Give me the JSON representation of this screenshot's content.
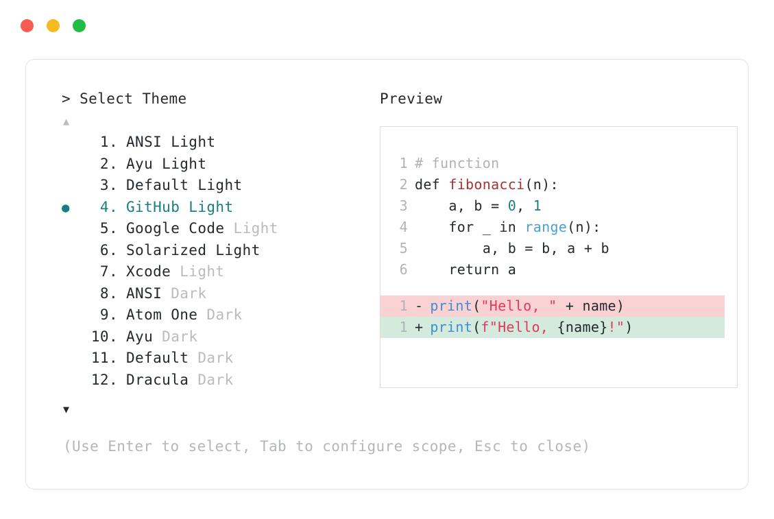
{
  "window": {
    "traffic_lights": [
      {
        "name": "close-button",
        "color": "#F75C53"
      },
      {
        "name": "minimize-button",
        "color": "#F5B921"
      },
      {
        "name": "maximize-button",
        "color": "#22BB44"
      }
    ]
  },
  "left": {
    "prompt": "> Select Theme",
    "scroll_up": "▲",
    "scroll_down": "▼",
    "bullet": "●",
    "themes": [
      {
        "index": " 1.",
        "name": "ANSI Light",
        "variant": "",
        "selected": false
      },
      {
        "index": " 2.",
        "name": "Ayu Light",
        "variant": "",
        "selected": false
      },
      {
        "index": " 3.",
        "name": "Default Light",
        "variant": "",
        "selected": false
      },
      {
        "index": " 4.",
        "name": "GitHub Light",
        "variant": "",
        "selected": true
      },
      {
        "index": " 5.",
        "name": "Google Code",
        "variant": "Light",
        "selected": false
      },
      {
        "index": " 6.",
        "name": "Solarized Light",
        "variant": "",
        "selected": false
      },
      {
        "index": " 7.",
        "name": "Xcode",
        "variant": "Light",
        "selected": false
      },
      {
        "index": " 8.",
        "name": "ANSI",
        "variant": "Dark",
        "selected": false
      },
      {
        "index": " 9.",
        "name": "Atom One",
        "variant": "Dark",
        "selected": false
      },
      {
        "index": "10.",
        "name": "Ayu",
        "variant": "Dark",
        "selected": false
      },
      {
        "index": "11.",
        "name": "Default",
        "variant": "Dark",
        "selected": false
      },
      {
        "index": "12.",
        "name": "Dracula",
        "variant": "Dark",
        "selected": false
      }
    ],
    "hint": "(Use Enter to select, Tab to configure scope, Esc to close)"
  },
  "right": {
    "label": "Preview",
    "code_lines": [
      {
        "ln": "1",
        "tokens": [
          {
            "t": "# function",
            "c": "comment"
          }
        ]
      },
      {
        "ln": "2",
        "tokens": [
          {
            "t": "def ",
            "c": "keyword"
          },
          {
            "t": "fibonacci",
            "c": "func"
          },
          {
            "t": "(n):",
            "c": "plain"
          }
        ]
      },
      {
        "ln": "3",
        "tokens": [
          {
            "t": "    a, b = ",
            "c": "plain"
          },
          {
            "t": "0",
            "c": "number"
          },
          {
            "t": ", ",
            "c": "plain"
          },
          {
            "t": "1",
            "c": "number"
          }
        ]
      },
      {
        "ln": "4",
        "tokens": [
          {
            "t": "    for _ in ",
            "c": "plain"
          },
          {
            "t": "range",
            "c": "builtin"
          },
          {
            "t": "(n):",
            "c": "plain"
          }
        ]
      },
      {
        "ln": "5",
        "tokens": [
          {
            "t": "        a, b = b, a + b",
            "c": "plain"
          }
        ]
      },
      {
        "ln": "6",
        "tokens": [
          {
            "t": "    return a",
            "c": "plain"
          }
        ]
      }
    ],
    "diff_lines": [
      {
        "ln": "1",
        "sign": "-",
        "type": "del",
        "tokens": [
          {
            "t": "print",
            "c": "blue"
          },
          {
            "t": "(",
            "c": "plain"
          },
          {
            "t": "\"Hello, \"",
            "c": "string"
          },
          {
            "t": " + name)",
            "c": "plain"
          }
        ]
      },
      {
        "ln": "1",
        "sign": "+",
        "type": "add",
        "tokens": [
          {
            "t": "print",
            "c": "blue"
          },
          {
            "t": "(",
            "c": "plain"
          },
          {
            "t": "f\"Hello, ",
            "c": "string"
          },
          {
            "t": "{name}",
            "c": "plain"
          },
          {
            "t": "!\"",
            "c": "string"
          },
          {
            "t": ")",
            "c": "plain"
          }
        ]
      }
    ]
  },
  "colors": {
    "accent_teal": "#17807E",
    "diff_removed_bg": "#FAD2D4",
    "diff_added_bg": "#D3EADD",
    "text": "#24292E",
    "dim": "#B9BBBE"
  }
}
